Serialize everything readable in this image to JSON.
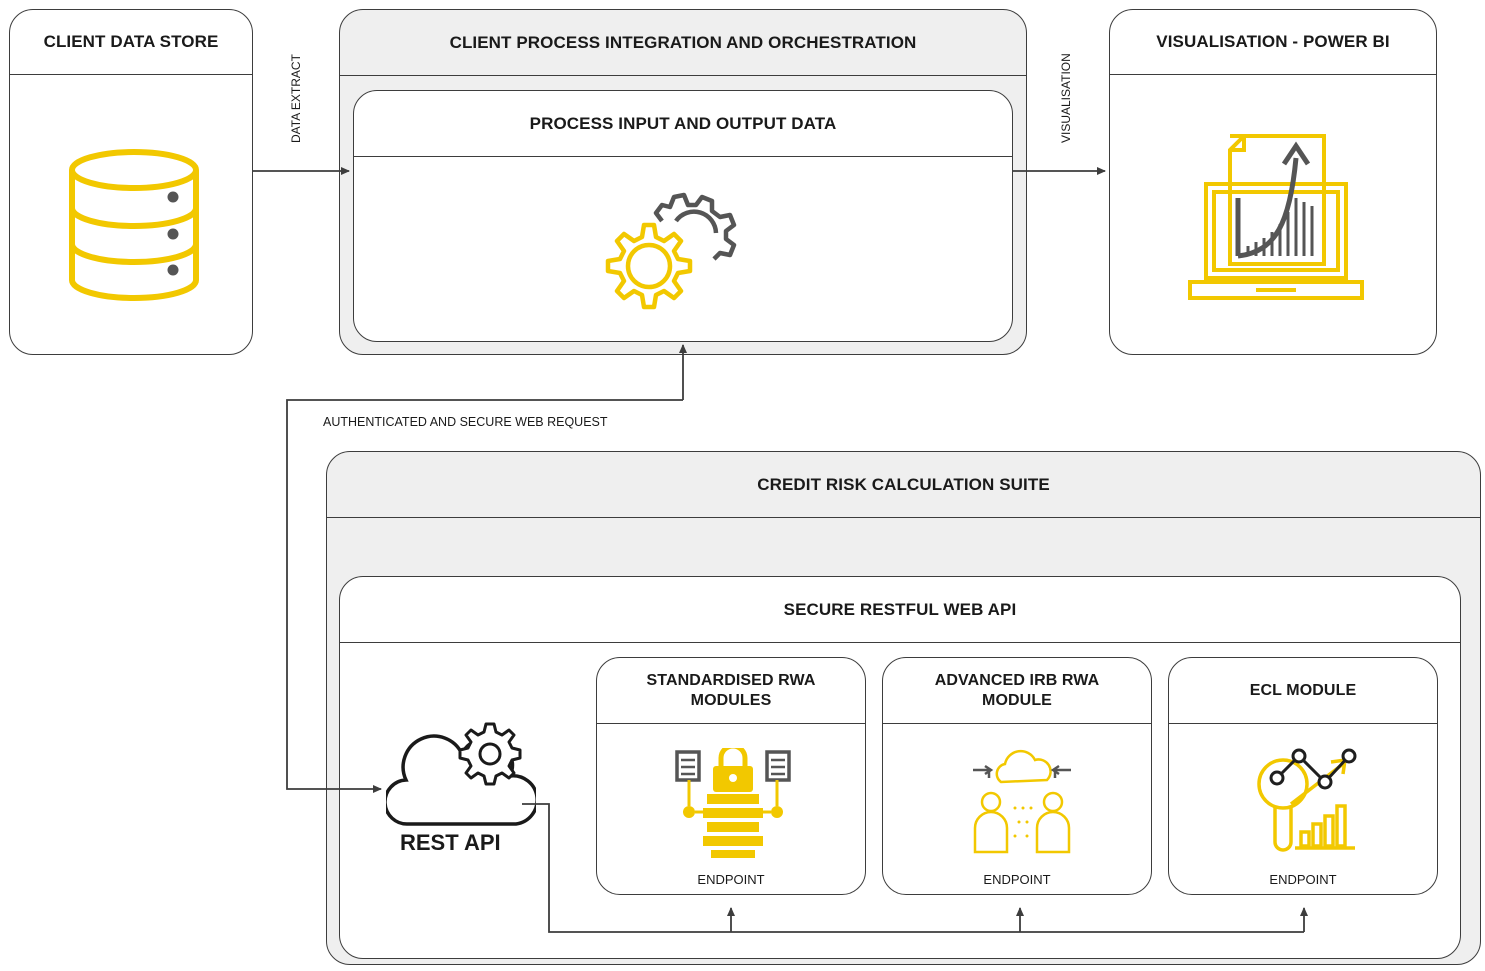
{
  "boxes": {
    "data_store": "CLIENT DATA STORE",
    "orchestration": "CLIENT PROCESS INTEGRATION AND ORCHESTRATION",
    "process_io": "PROCESS INPUT AND OUTPUT DATA",
    "visualisation": "VISUALISATION - POWER BI",
    "suite": "CREDIT RISK CALCULATION SUITE",
    "web_api": "SECURE RESTFUL WEB API",
    "std_rwa": "STANDARDISED RWA MODULES",
    "airb_rwa": "ADVANCED IRB RWA MODULE",
    "ecl": "ECL MODULE"
  },
  "labels": {
    "data_extract": "DATA EXTRACT",
    "visualisation": "VISUALISATION",
    "web_request": "AUTHENTICATED AND SECURE WEB REQUEST",
    "rest_api": "REST API",
    "endpoint": "ENDPOINT"
  },
  "colors": {
    "accent": "#f2c800",
    "line": "#3d3d3d",
    "panel": "#efefef",
    "icon_dark": "#555555"
  },
  "icons": {
    "data_store": "database-icon",
    "process": "gears-icon",
    "visualisation": "laptop-report-icon",
    "rest_api": "cloud-gear-icon",
    "std_rwa": "server-lock-icon",
    "airb_rwa": "cloud-users-icon",
    "ecl": "analytics-icon"
  }
}
